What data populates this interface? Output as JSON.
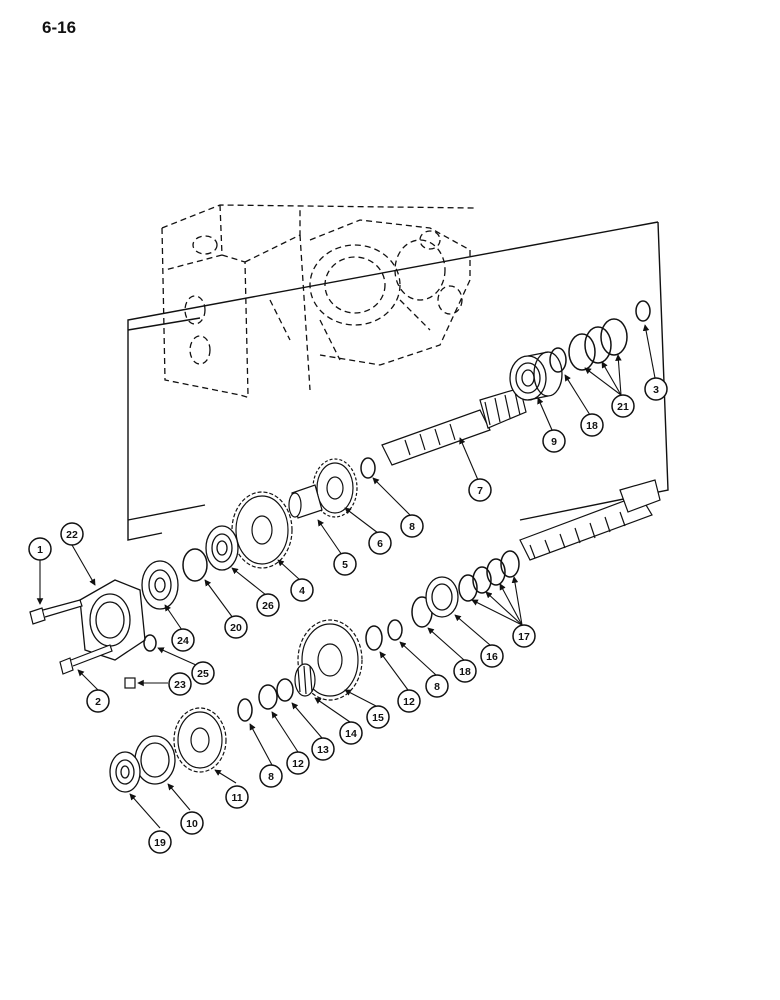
{
  "page": {
    "number": "6-16"
  },
  "callouts": [
    "1",
    "2",
    "3",
    "4",
    "5",
    "6",
    "7",
    "8",
    "9",
    "10",
    "11",
    "12",
    "13",
    "14",
    "15",
    "16",
    "17",
    "18",
    "19",
    "20",
    "21",
    "22",
    "23",
    "24",
    "25",
    "26"
  ],
  "colors": {
    "ink": "#111111",
    "paper": "#ffffff"
  }
}
